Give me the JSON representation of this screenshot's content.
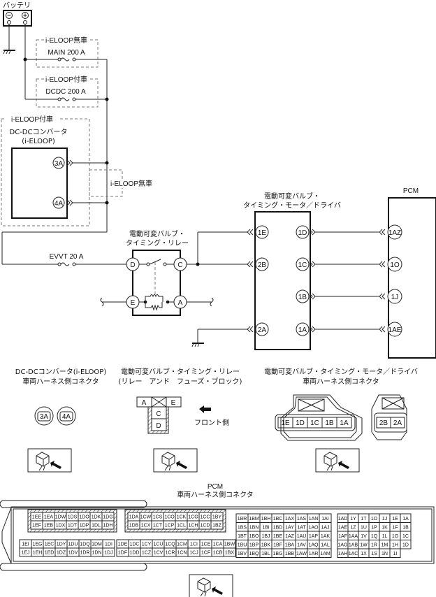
{
  "battery": {
    "label": "バッテリ",
    "minus": "⊖",
    "plus": "⊕"
  },
  "fuses": {
    "main": {
      "group": "i-ELOOP無車",
      "label": "MAIN 200 A"
    },
    "dcdc": {
      "group": "i-ELOOP付車",
      "label": "DCDC 200 A"
    },
    "evvt": {
      "label": "EVVT 20 A"
    }
  },
  "dcdc_converter": {
    "group": "i-ELOOP付車",
    "title_line1": "DC-DCコンバータ",
    "title_line2": "(i-ELOOP)",
    "pins": [
      "3A",
      "4A"
    ],
    "bypass_label": "i-ELOOP無車"
  },
  "relay": {
    "title_line1": "電動可変バルブ・",
    "title_line2": "タイミング・リレー",
    "pins": {
      "D": "D",
      "C": "C",
      "E": "E",
      "A": "A"
    }
  },
  "driver": {
    "title_line1": "電動可変バルブ・",
    "title_line2": "タイミング・モータ／ドライバ",
    "left_pins": [
      "1E",
      "2B",
      "2A"
    ],
    "right_pins": [
      "1D",
      "1C",
      "1B",
      "1A"
    ]
  },
  "pcm": {
    "title": "PCM",
    "pins": [
      "1AZ",
      "1O",
      "1J",
      "1AE"
    ]
  },
  "connectors": {
    "dcdc": {
      "line1": "DC-DCコンバータ(i-ELOOP)",
      "line2": "車両ハーネス側コネクタ",
      "pins": [
        "3A",
        "4A"
      ]
    },
    "relay": {
      "line1": "電動可変バルブ・タイミング・リレー",
      "line2": "(リレー　アンド　フューズ・ブロック)",
      "pins_top": [
        "A",
        "E"
      ],
      "pins_bottom": [
        "C",
        "D"
      ],
      "front_label": "フロント側"
    },
    "driver": {
      "line1": "電動可変バルブ・タイミング・モータ／ドライバ",
      "line2": "車両ハーネス側コネクタ",
      "pins_main": [
        "1E",
        "1D",
        "1C",
        "1B",
        "1A"
      ],
      "pins_sub": [
        "2B",
        "2A"
      ]
    },
    "pcm": {
      "line1": "PCM",
      "line2": "車両ハーネス側コネクタ",
      "group1_top": [
        [
          "1EE",
          "1EA",
          "1DW",
          "1DS",
          "1DO",
          "1DK",
          "1DG"
        ],
        [
          "1EF",
          "1EB",
          "1DX",
          "1DT",
          "1DP",
          "1DL",
          "1DH"
        ]
      ],
      "group1_bottom": [
        [
          "1EI",
          "1EG",
          "1EC",
          "1DY",
          "1DU",
          "1DQ",
          "1DM",
          "1DI"
        ],
        [
          "1EJ",
          "1EH",
          "1ED",
          "1DZ",
          "1DV",
          "1DR",
          "1DN",
          "1DJ"
        ]
      ],
      "group2_top": [
        [
          "1DA",
          "1CW",
          "1CS",
          "1CO",
          "1CK",
          "1CG",
          "1CC",
          "1BY"
        ],
        [
          "1DB",
          "1CX",
          "1CT",
          "1CP",
          "1CL",
          "1CH",
          "1CD",
          "1BZ"
        ]
      ],
      "group2_bottom": [
        [
          "1DE",
          "1DC",
          "1CY",
          "1CU",
          "1CQ",
          "1CM",
          "1CI",
          "1CE",
          "1CA",
          "1BW"
        ],
        [
          "1DF",
          "1DD",
          "1CZ",
          "1CV",
          "1CR",
          "1CN",
          "1CJ",
          "1CF",
          "1CB",
          "1BX"
        ]
      ],
      "group3": [
        [
          "1BR",
          "1BM",
          "1BH",
          "1BC",
          "1AX",
          "1AS",
          "1AN",
          "1AI"
        ],
        [
          "1BS",
          "1BN",
          "1BI",
          "1BD",
          "1AY",
          "1AT",
          "1AO",
          "1AJ"
        ],
        [
          "1BT",
          "1BO",
          "1BJ",
          "1BE",
          "1AZ",
          "1AU",
          "1AP",
          "1AK"
        ],
        [
          "1BU",
          "1BP",
          "1BK",
          "1BF",
          "1BA",
          "1AV",
          "1AQ",
          "1AL"
        ],
        [
          "1BV",
          "1BQ",
          "1BL",
          "1BG",
          "1BB",
          "1AW",
          "1AR",
          "1AM"
        ]
      ],
      "group4": [
        [
          "1AD",
          "1Y",
          "1T",
          "1O",
          "1J",
          "1E",
          "1A"
        ],
        [
          "1AE",
          "1Z",
          "1U",
          "1P",
          "1K",
          "1F",
          "1B"
        ],
        [
          "1AF",
          "1AA",
          "1V",
          "1Q",
          "1L",
          "1G",
          "1C"
        ],
        [
          "1AG",
          "1AB",
          "1W",
          "1R",
          "1M",
          "1H",
          "1D"
        ],
        [
          "1AH",
          "1AC",
          "1X",
          "1S",
          "1N",
          "1I",
          ""
        ]
      ]
    }
  },
  "icons": [
    "ground-icon",
    "fuse-icon",
    "connector-view-icon",
    "front-arrow-icon"
  ]
}
